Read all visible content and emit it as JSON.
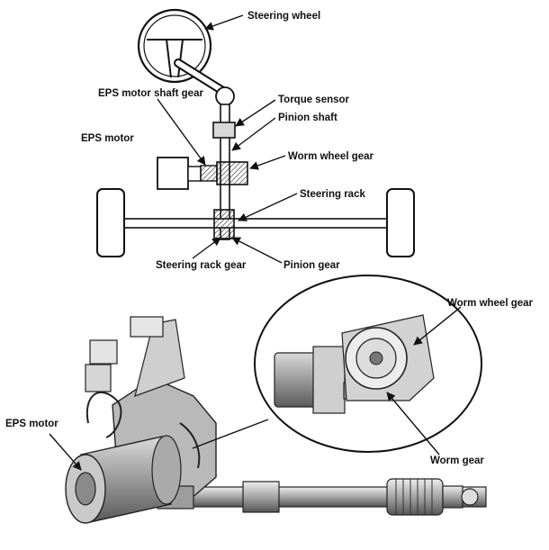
{
  "top_diagram": {
    "labels": {
      "steering_wheel": "Steering wheel",
      "eps_motor_shaft_gear": "EPS motor shaft gear",
      "torque_sensor": "Torque sensor",
      "pinion_shaft": "Pinion shaft",
      "eps_motor": "EPS motor",
      "worm_wheel_gear": "Worm wheel gear",
      "steering_rack": "Steering rack",
      "steering_rack_gear": "Steering rack gear",
      "pinion_gear": "Pinion gear"
    }
  },
  "bottom_diagram": {
    "labels": {
      "eps_motor": "EPS motor",
      "worm_wheel_gear": "Worm wheel gear",
      "worm_gear": "Worm gear"
    }
  }
}
